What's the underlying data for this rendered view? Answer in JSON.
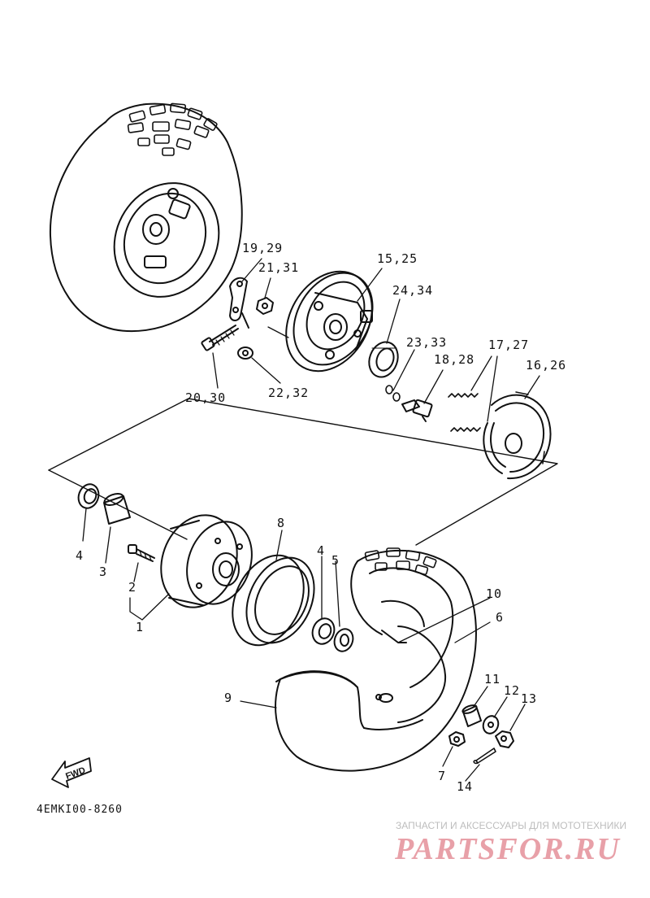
{
  "diagram": {
    "callouts": {
      "c19_29": "19,29",
      "c21_31": "21,31",
      "c15_25": "15,25",
      "c24_34": "24,34",
      "c23_33": "23,33",
      "c18_28": "18,28",
      "c17_27": "17,27",
      "c16_26": "16,26",
      "c20_30": "20,30",
      "c22_32": "22,32",
      "c8": "8",
      "c4a": "4",
      "c3": "3",
      "c2": "2",
      "c1": "1",
      "c4b": "4",
      "c5": "5",
      "c10": "10",
      "c6": "6",
      "c9": "9",
      "c11": "11",
      "c12": "12",
      "c13": "13",
      "c7": "7",
      "c14": "14"
    },
    "fwd_label": "FWD",
    "diagram_code": "4EMKI00-8260"
  },
  "watermark": {
    "caption": "ЗАПЧАСТИ И АКСЕССУАРЫ ДЛЯ МОТОТЕХНИКИ",
    "logo": "PARTSFOR.RU",
    "color": "#e8a0a8"
  }
}
